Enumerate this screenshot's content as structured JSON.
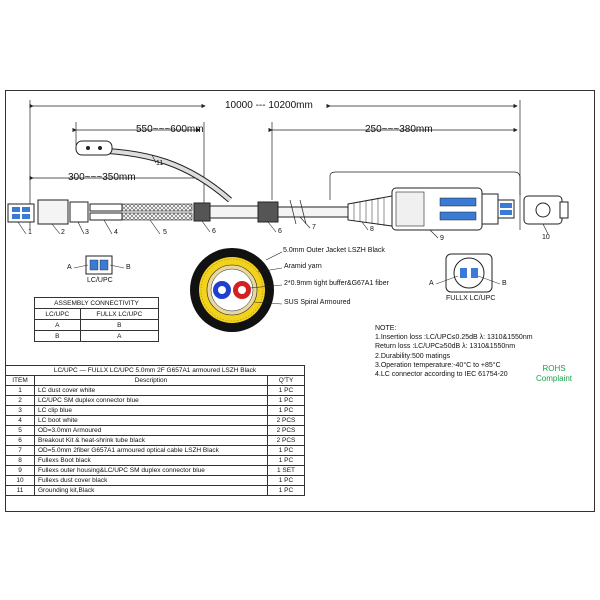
{
  "dimensions": {
    "overall": "10000 --- 10200mm",
    "ground_branch": "550~~~600mm",
    "fanout": "300~~~350mm",
    "fullax_end": "250~~~380mm"
  },
  "callouts": [
    "1",
    "2",
    "3",
    "4",
    "5",
    "6",
    "6",
    "7",
    "8",
    "9",
    "10",
    "11"
  ],
  "cross_section": {
    "labels": [
      "5.0mm  Outer Jacket LSZH Black",
      "Aramid yarn",
      "2*0.9mm tight buffer&G67A1 fiber",
      "SUS Spiral Armoured"
    ]
  },
  "lc_view": {
    "label": "LC/UPC",
    "a": "A",
    "b": "B"
  },
  "fullax_view": {
    "label": "FULLX LC/UPC",
    "a": "A",
    "b": "B"
  },
  "connectivity": {
    "title": "ASSEMBLY   CONNECTIVITY",
    "headers": [
      "LC/UPC",
      "FULLX LC/UPC"
    ],
    "rows": [
      [
        "A",
        "B"
      ],
      [
        "B",
        "A"
      ]
    ]
  },
  "notes": {
    "title": "NOTE:",
    "lines": [
      "1.Insertion loss :LC/UPC≤0.25dB   λ: 1310&1550nm",
      "   Return loss :LC/UPC≥50dB    λ: 1310&1550nm",
      "2.Durability:500 matings",
      "3.Operation temperature:-40°C to +85°C",
      "4.LC connector according to IEC 61754-20"
    ]
  },
  "rohs": [
    "ROHS",
    "Complaint"
  ],
  "colors": {
    "rohs": "#1aa14a",
    "aramid": "#f2d21c",
    "blue_fiber": "#1f3fd0",
    "red_fiber": "#d42020",
    "spiral": "#e8d8a0"
  },
  "bom": {
    "title": "LC/UPC — FULLX  LC/UPC 5.0mm 2F G657A1 armoured LSZH Black",
    "headers": [
      "ITEM",
      "Description",
      "Q'TY"
    ],
    "rows": [
      [
        "1",
        "LC dust cover white",
        "1 PC"
      ],
      [
        "2",
        "LC/UPC SM duplex connector blue",
        "1 PC"
      ],
      [
        "3",
        "LC clip blue",
        "1 PC"
      ],
      [
        "4",
        "LC boot white",
        "2 PCS"
      ],
      [
        "5",
        "OD=3.0mm Armoured",
        "2 PCS"
      ],
      [
        "6",
        "Breakout Kit & heat-shrink tube black",
        "2 PCS"
      ],
      [
        "7",
        "OD=5.0mm 2fiber G657A1 armoured optical cable LSZH Black",
        "1 PC"
      ],
      [
        "8",
        "Fullexs Boot black",
        "1 PC"
      ],
      [
        "9",
        "Fullexs outer housing&LC/UPC SM duplex connector blue",
        "1 SET"
      ],
      [
        "10",
        "Fullexs dust cover black",
        "1 PC"
      ],
      [
        "11",
        "Grounding kit,Black",
        "1 PC"
      ]
    ]
  }
}
